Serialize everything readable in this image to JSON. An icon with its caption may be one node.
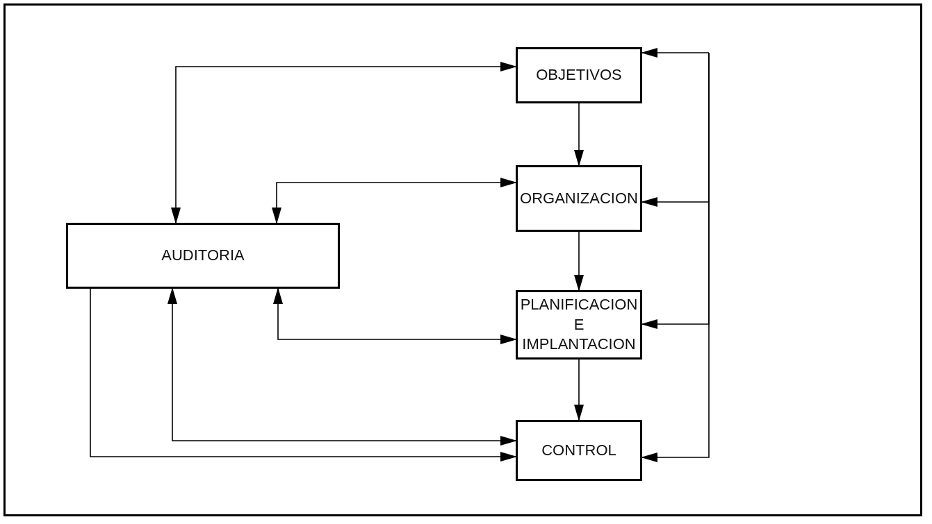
{
  "diagram": {
    "nodes": [
      {
        "text": [
          "OBJETIVOS"
        ]
      },
      {
        "text": [
          "ORGANIZACION"
        ]
      },
      {
        "text": [
          "AUDITORIA"
        ]
      },
      {
        "text": [
          "PLANIFICACION E IMPLANTACION"
        ]
      },
      {
        "text": [
          "CONTROL"
        ]
      }
    ],
    "edges": [
      {
        "from": 2,
        "to": 0,
        "arrow": "both"
      },
      {
        "from": 2,
        "to": 1,
        "arrow": "both"
      },
      {
        "from": 2,
        "to": 3,
        "arrow": "both"
      },
      {
        "from": 2,
        "to": 4,
        "arrow": "both"
      },
      {
        "from": 2,
        "to": 4,
        "arrow": "to"
      },
      {
        "from": 0,
        "to": 1,
        "arrow": "to"
      },
      {
        "from": 1,
        "to": 3,
        "arrow": "to"
      },
      {
        "from": 3,
        "to": 4,
        "arrow": "to"
      },
      {
        "from": null,
        "to": 0,
        "arrow": "to"
      },
      {
        "from": null,
        "to": 1,
        "arrow": "to"
      },
      {
        "from": null,
        "to": 3,
        "arrow": "to"
      },
      {
        "from": null,
        "to": 4,
        "arrow": "to"
      }
    ]
  }
}
